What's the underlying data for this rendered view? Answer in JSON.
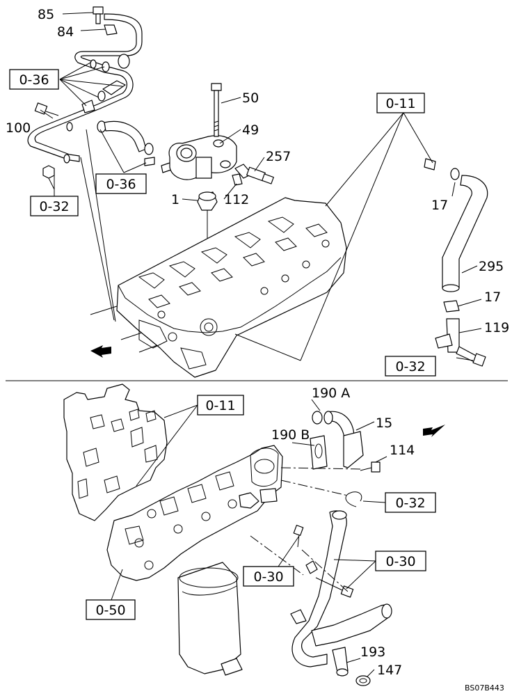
{
  "labels": {
    "p85": "85",
    "p84": "84",
    "p100": "100",
    "p50": "50",
    "p49": "49",
    "p257": "257",
    "p1": "1",
    "p112": "112",
    "p17a": "17",
    "p295": "295",
    "p17b": "17",
    "p119": "119",
    "p190a": "190 A",
    "p15": "15",
    "p190b": "190 B",
    "p114": "114",
    "p193": "193",
    "p147": "147"
  },
  "refs": {
    "r036a": "0-36",
    "r036b": "0-36",
    "r032a": "0-32",
    "r011a": "0-11",
    "r032b": "0-32",
    "r011b": "0-11",
    "r032c": "0-32",
    "r030a": "0-30",
    "r030b": "0-30",
    "r050": "0-50"
  },
  "drawing_code": "BS07B443"
}
